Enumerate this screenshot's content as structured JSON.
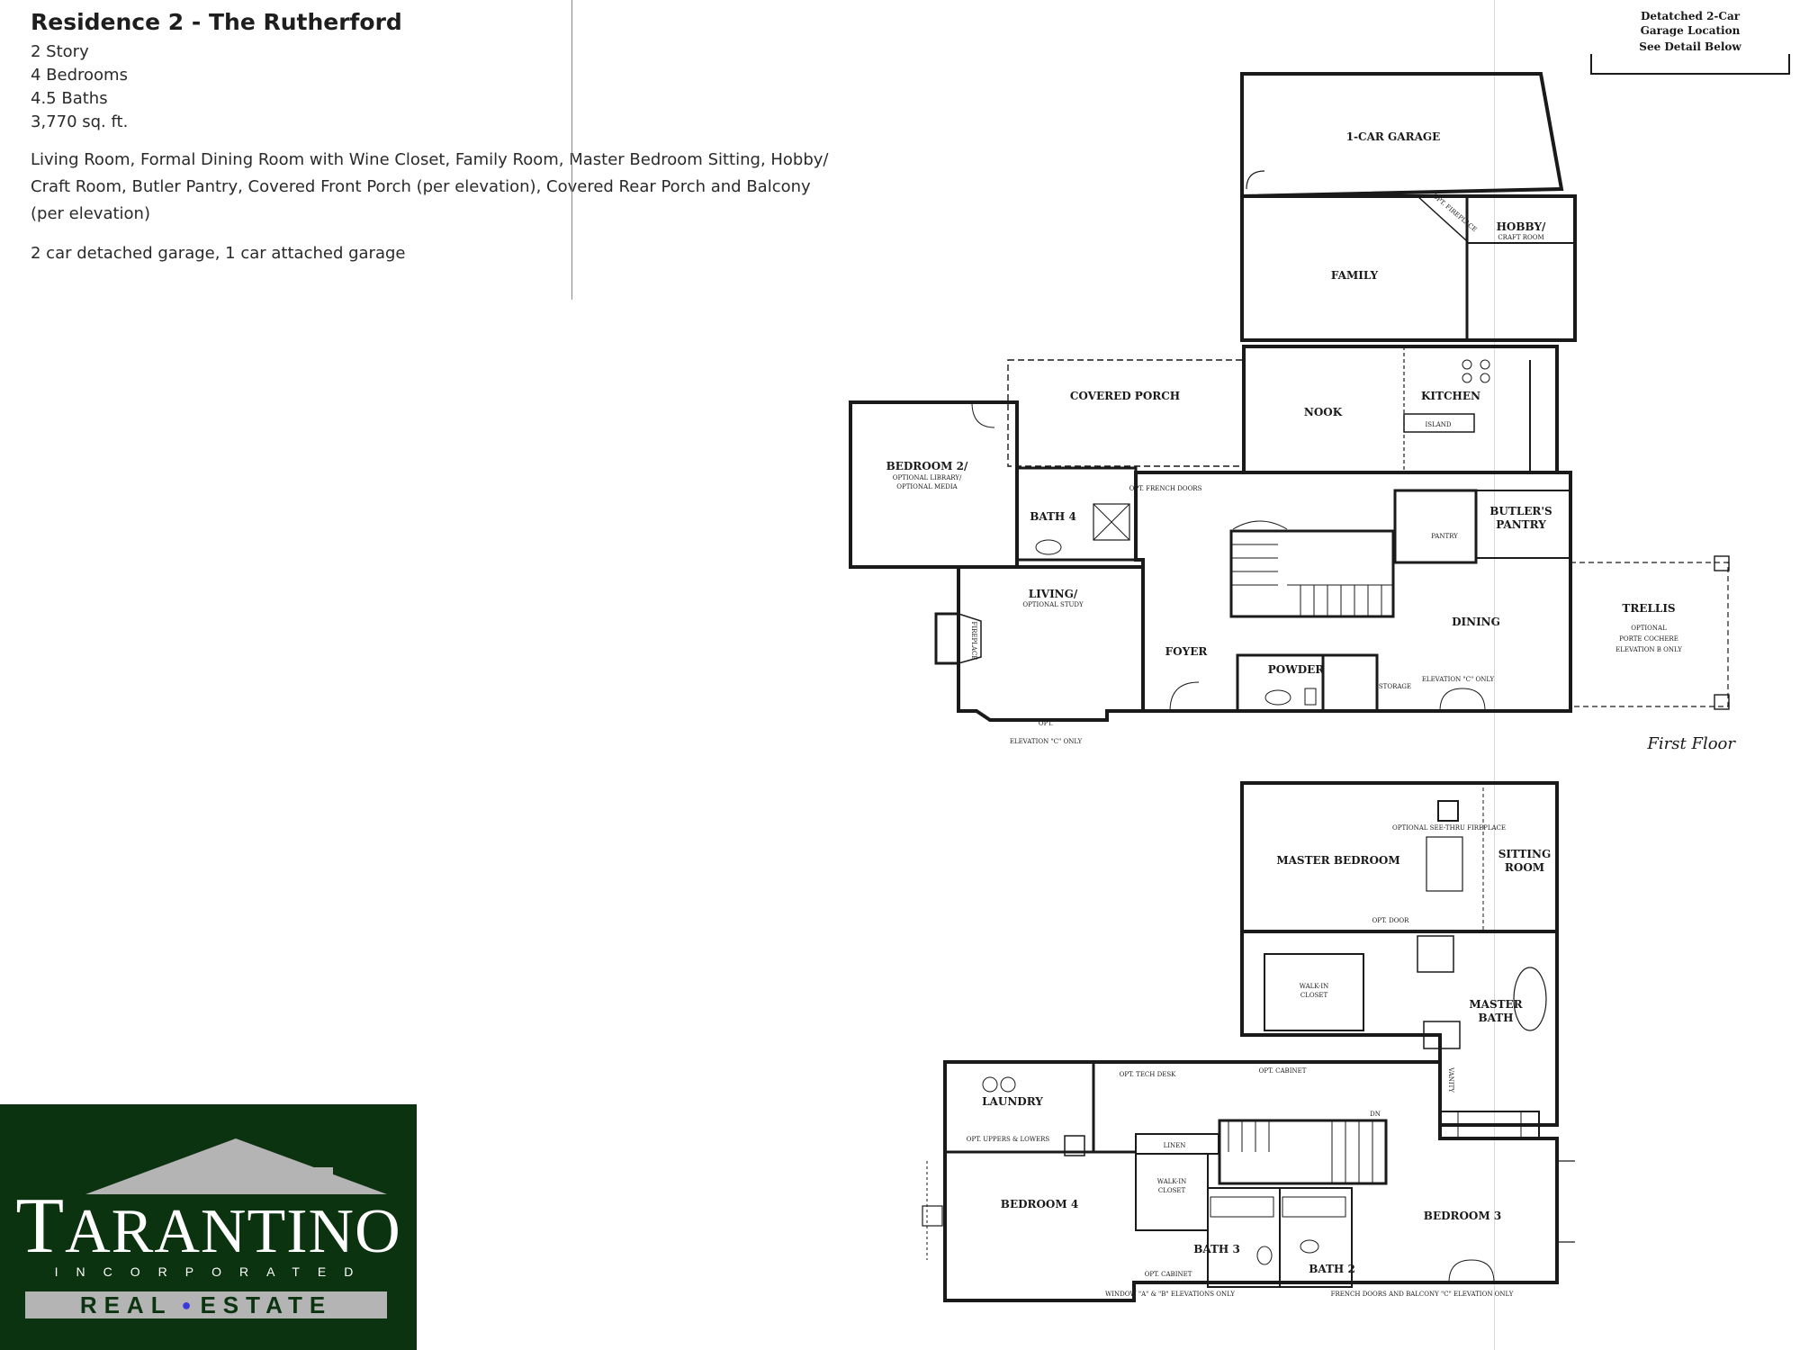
{
  "header": {
    "title": "Residence 2 - The Rutherford",
    "stats": [
      "2 Story",
      "4 Bedrooms",
      "4.5 Baths",
      "3,770 sq. ft."
    ],
    "features": "Living Room, Formal Dining Room with Wine Closet, Family Room, Master Bedroom Sitting, Hobby/ Craft Room, Butler Pantry, Covered Front Porch (per elevation), Covered Rear Porch and Balcony (per elevation)",
    "garage": "2 car detached garage, 1 car attached garage"
  },
  "note": {
    "lines": [
      "Detatched 2-Car",
      "Garage Location",
      "See Detail Below"
    ]
  },
  "first_floor": {
    "caption": "First Floor",
    "rooms": {
      "garage": "1-CAR GARAGE",
      "family": "FAMILY",
      "hobby": "HOBBY/",
      "hobby_sub": "CRAFT ROOM",
      "covered_porch": "COVERED PORCH",
      "nook": "NOOK",
      "kitchen": "KITCHEN",
      "island": "ISLAND",
      "bedroom2": "BEDROOM 2/",
      "bedroom2_sub1": "OPTIONAL LIBRARY/",
      "bedroom2_sub2": "OPTIONAL MEDIA",
      "bath4": "BATH 4",
      "butlers": "BUTLER'S",
      "pantry": "PANTRY",
      "pantry_small": "PANTRY",
      "living": "LIVING/",
      "living_sub": "OPTIONAL STUDY",
      "fireplace": "FIREPLACE",
      "foyer": "FOYER",
      "powder": "POWDER",
      "storage": "STORAGE",
      "dining": "DINING",
      "trellis": "TRELLIS",
      "trellis_sub1": "OPTIONAL",
      "trellis_sub2": "PORTE COCHERE",
      "trellis_sub3": "ELEVATION B ONLY",
      "elev_c_bottom": "ELEVATION \"C\" ONLY",
      "elev_c_dining": "ELEVATION \"C\" ONLY",
      "opt_fireplace": "OPT. FIREPLACE",
      "opt_french": "OPT. FRENCH DOORS",
      "opt_window": "OPT."
    }
  },
  "second_floor": {
    "rooms": {
      "master": "MASTER BEDROOM",
      "sitting1": "SITTING",
      "sitting2": "ROOM",
      "opt_fireplace": "OPTIONAL SEE-THRU FIREPLACE",
      "opt_door": "OPT. DOOR",
      "walkin": "WALK-IN",
      "walkin_sub": "CLOSET",
      "master_bath1": "MASTER",
      "master_bath2": "BATH",
      "laundry": "LAUNDRY",
      "opt_uppers": "OPT. UPPERS & LOWERS",
      "opt_tech": "OPT. TECH DESK",
      "opt_cabinet": "OPT. CABINET",
      "linen": "LINEN",
      "walkin2": "WALK-IN",
      "walkin2_sub": "CLOSET",
      "bedroom4": "BEDROOM 4",
      "bedroom3": "BEDROOM 3",
      "bath3": "BATH 3",
      "bath2": "BATH 2",
      "vanity": "VANITY",
      "dn": "DN",
      "opt_cabinet2": "OPT. CABINET",
      "window_note": "WINDOW \"A\" & \"B\" ELEVATIONS ONLY",
      "french_note": "FRENCH DOORS AND BALCONY \"C\" ELEVATION ONLY"
    }
  },
  "logo": {
    "name_first": "T",
    "name_rest": "ARANTINO",
    "incorporated": "INCORPORATED",
    "real": "REAL",
    "estate": "ESTATE",
    "brand_color": "#0b330f",
    "band_color": "#b4b4b4",
    "grape_color": "#3a3adc"
  }
}
